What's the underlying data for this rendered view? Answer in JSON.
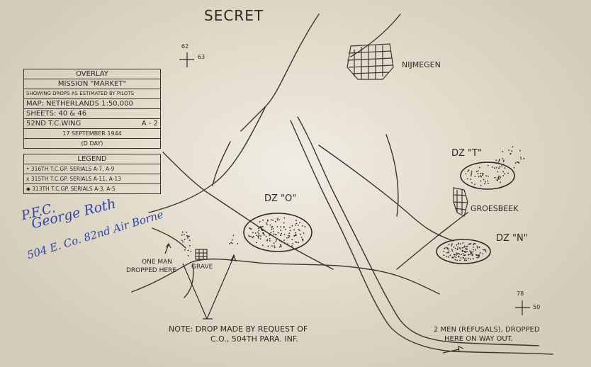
{
  "map": {
    "classification": "SECRET",
    "grid_ref_nw": {
      "a": "62",
      "b": "63"
    },
    "grid_ref_se": {
      "a": "78",
      "b": "50"
    },
    "places": {
      "nijmegen": "NIJMEGEN",
      "groesbeek": "GROESBEEK",
      "grave": "GRAVE"
    },
    "drop_zones": {
      "o": "DZ \"O\"",
      "t": "DZ \"T\"",
      "n": "DZ \"N\""
    },
    "annotations": {
      "one_man_line1": "ONE MAN",
      "one_man_line2": "DROPPED HERE",
      "note_line1": "NOTE: DROP MADE BY REQUEST OF",
      "note_line2": "C.O., 504TH PARA. INF.",
      "refusals_line1": "2 MEN (REFUSALS), DROPPED",
      "refusals_line2": "HERE ON WAY OUT."
    }
  },
  "overlay_box": {
    "title": "OVERLAY",
    "mission": "MISSION \"MARKET\"",
    "showing": "SHOWING DROPS AS ESTIMATED BY PILOTS",
    "map": "MAP: NETHERLANDS    1:50,000",
    "sheets": "SHEETS: 40 & 46",
    "wing": "52ND T.C.WING",
    "wing_code": "A - 2",
    "date": "17 SEPTEMBER 1944",
    "day": "(D DAY)"
  },
  "legend": {
    "title": "LEGEND",
    "items": [
      "• 316TH T.C.GP. SERIALS  A-7, A-9",
      "x 315TH T.C.GP. SERIALS  A-11, A-13",
      "◆ 313TH T.C.GP. SERIALS  A-3, A-5"
    ]
  },
  "handwriting": {
    "line1": "P.F.C.",
    "line2": "George Roth",
    "line3": "504 E. Co. 82nd Air Borne"
  },
  "colors": {
    "paper": "#e9e3d3",
    "ink": "#2d2a24",
    "pen": "#2f45a8"
  }
}
